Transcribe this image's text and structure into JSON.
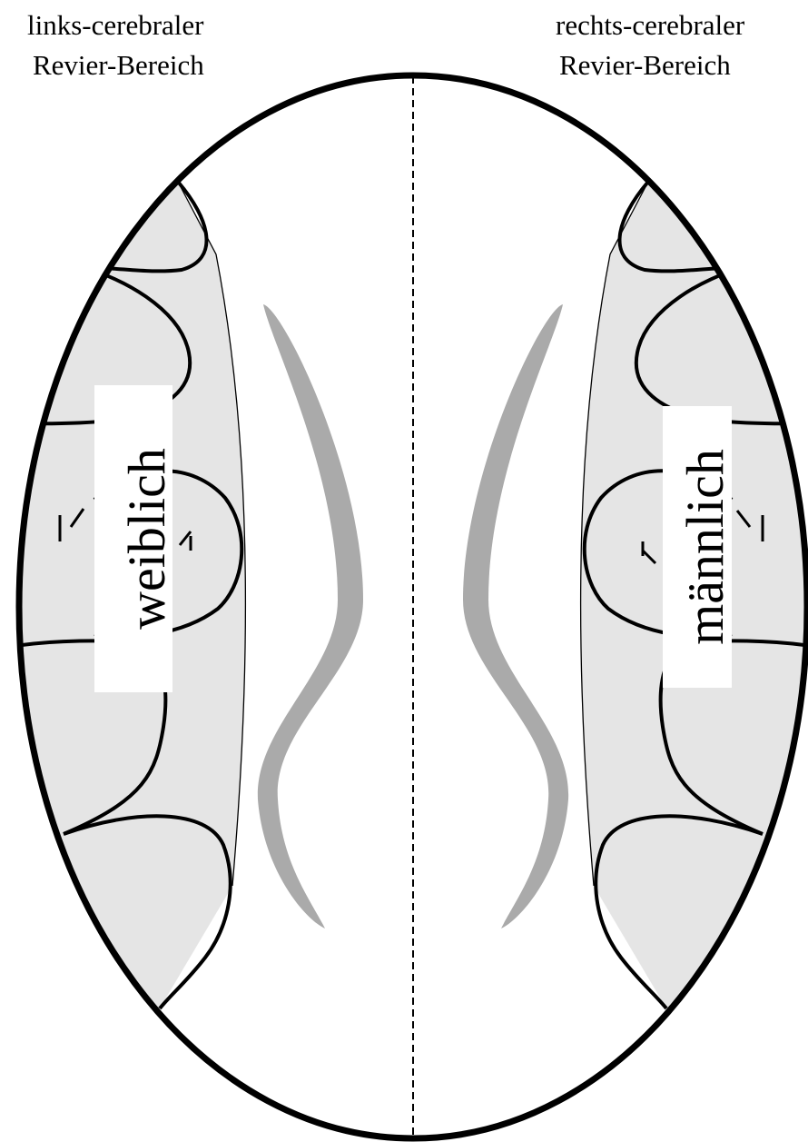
{
  "left_header": {
    "line1": "links-cerebraler",
    "line2": "Revier-Bereich"
  },
  "right_header": {
    "line1": "rechts-cerebraler",
    "line2": "Revier-Bereich"
  },
  "left_label": "weiblich",
  "right_label": "männlich",
  "colors": {
    "outline": "#000000",
    "region_fill": "#e5e5e5",
    "ventricle": "#aaaaaa",
    "label_box": "#ffffff"
  }
}
